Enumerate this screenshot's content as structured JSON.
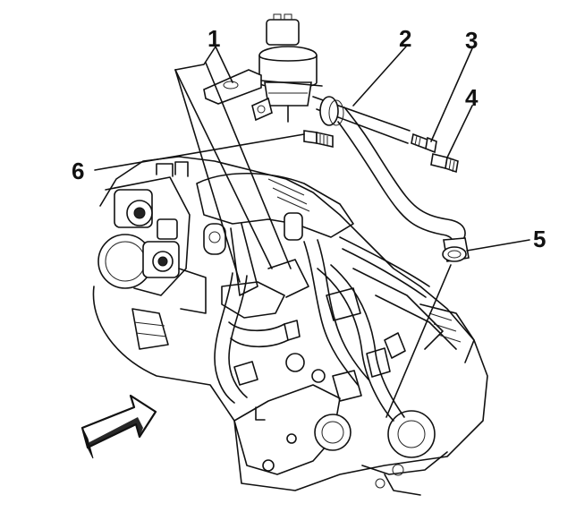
{
  "diagram": {
    "callouts": [
      {
        "id": "1",
        "label": "1"
      },
      {
        "id": "2",
        "label": "2"
      },
      {
        "id": "3",
        "label": "3"
      },
      {
        "id": "4",
        "label": "4"
      },
      {
        "id": "5",
        "label": "5"
      },
      {
        "id": "6",
        "label": "6"
      }
    ],
    "colors": {
      "ink": "#111111",
      "paper": "#ffffff"
    },
    "icons": [
      "front-direction-arrow-icon"
    ]
  }
}
